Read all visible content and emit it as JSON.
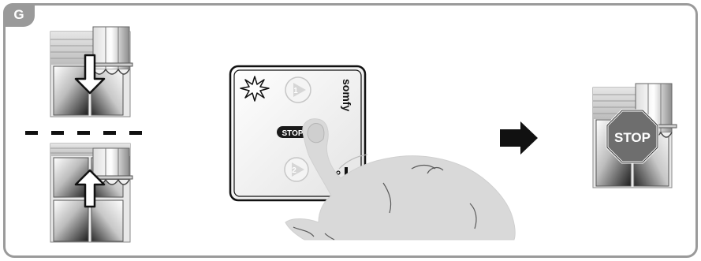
{
  "step_label": "G",
  "remote": {
    "brand": "somfy",
    "stop_button_label": "STOP",
    "channel_1_label": "1",
    "channel_2_label": "2"
  },
  "result": {
    "stop_sign_label": "STOP"
  }
}
